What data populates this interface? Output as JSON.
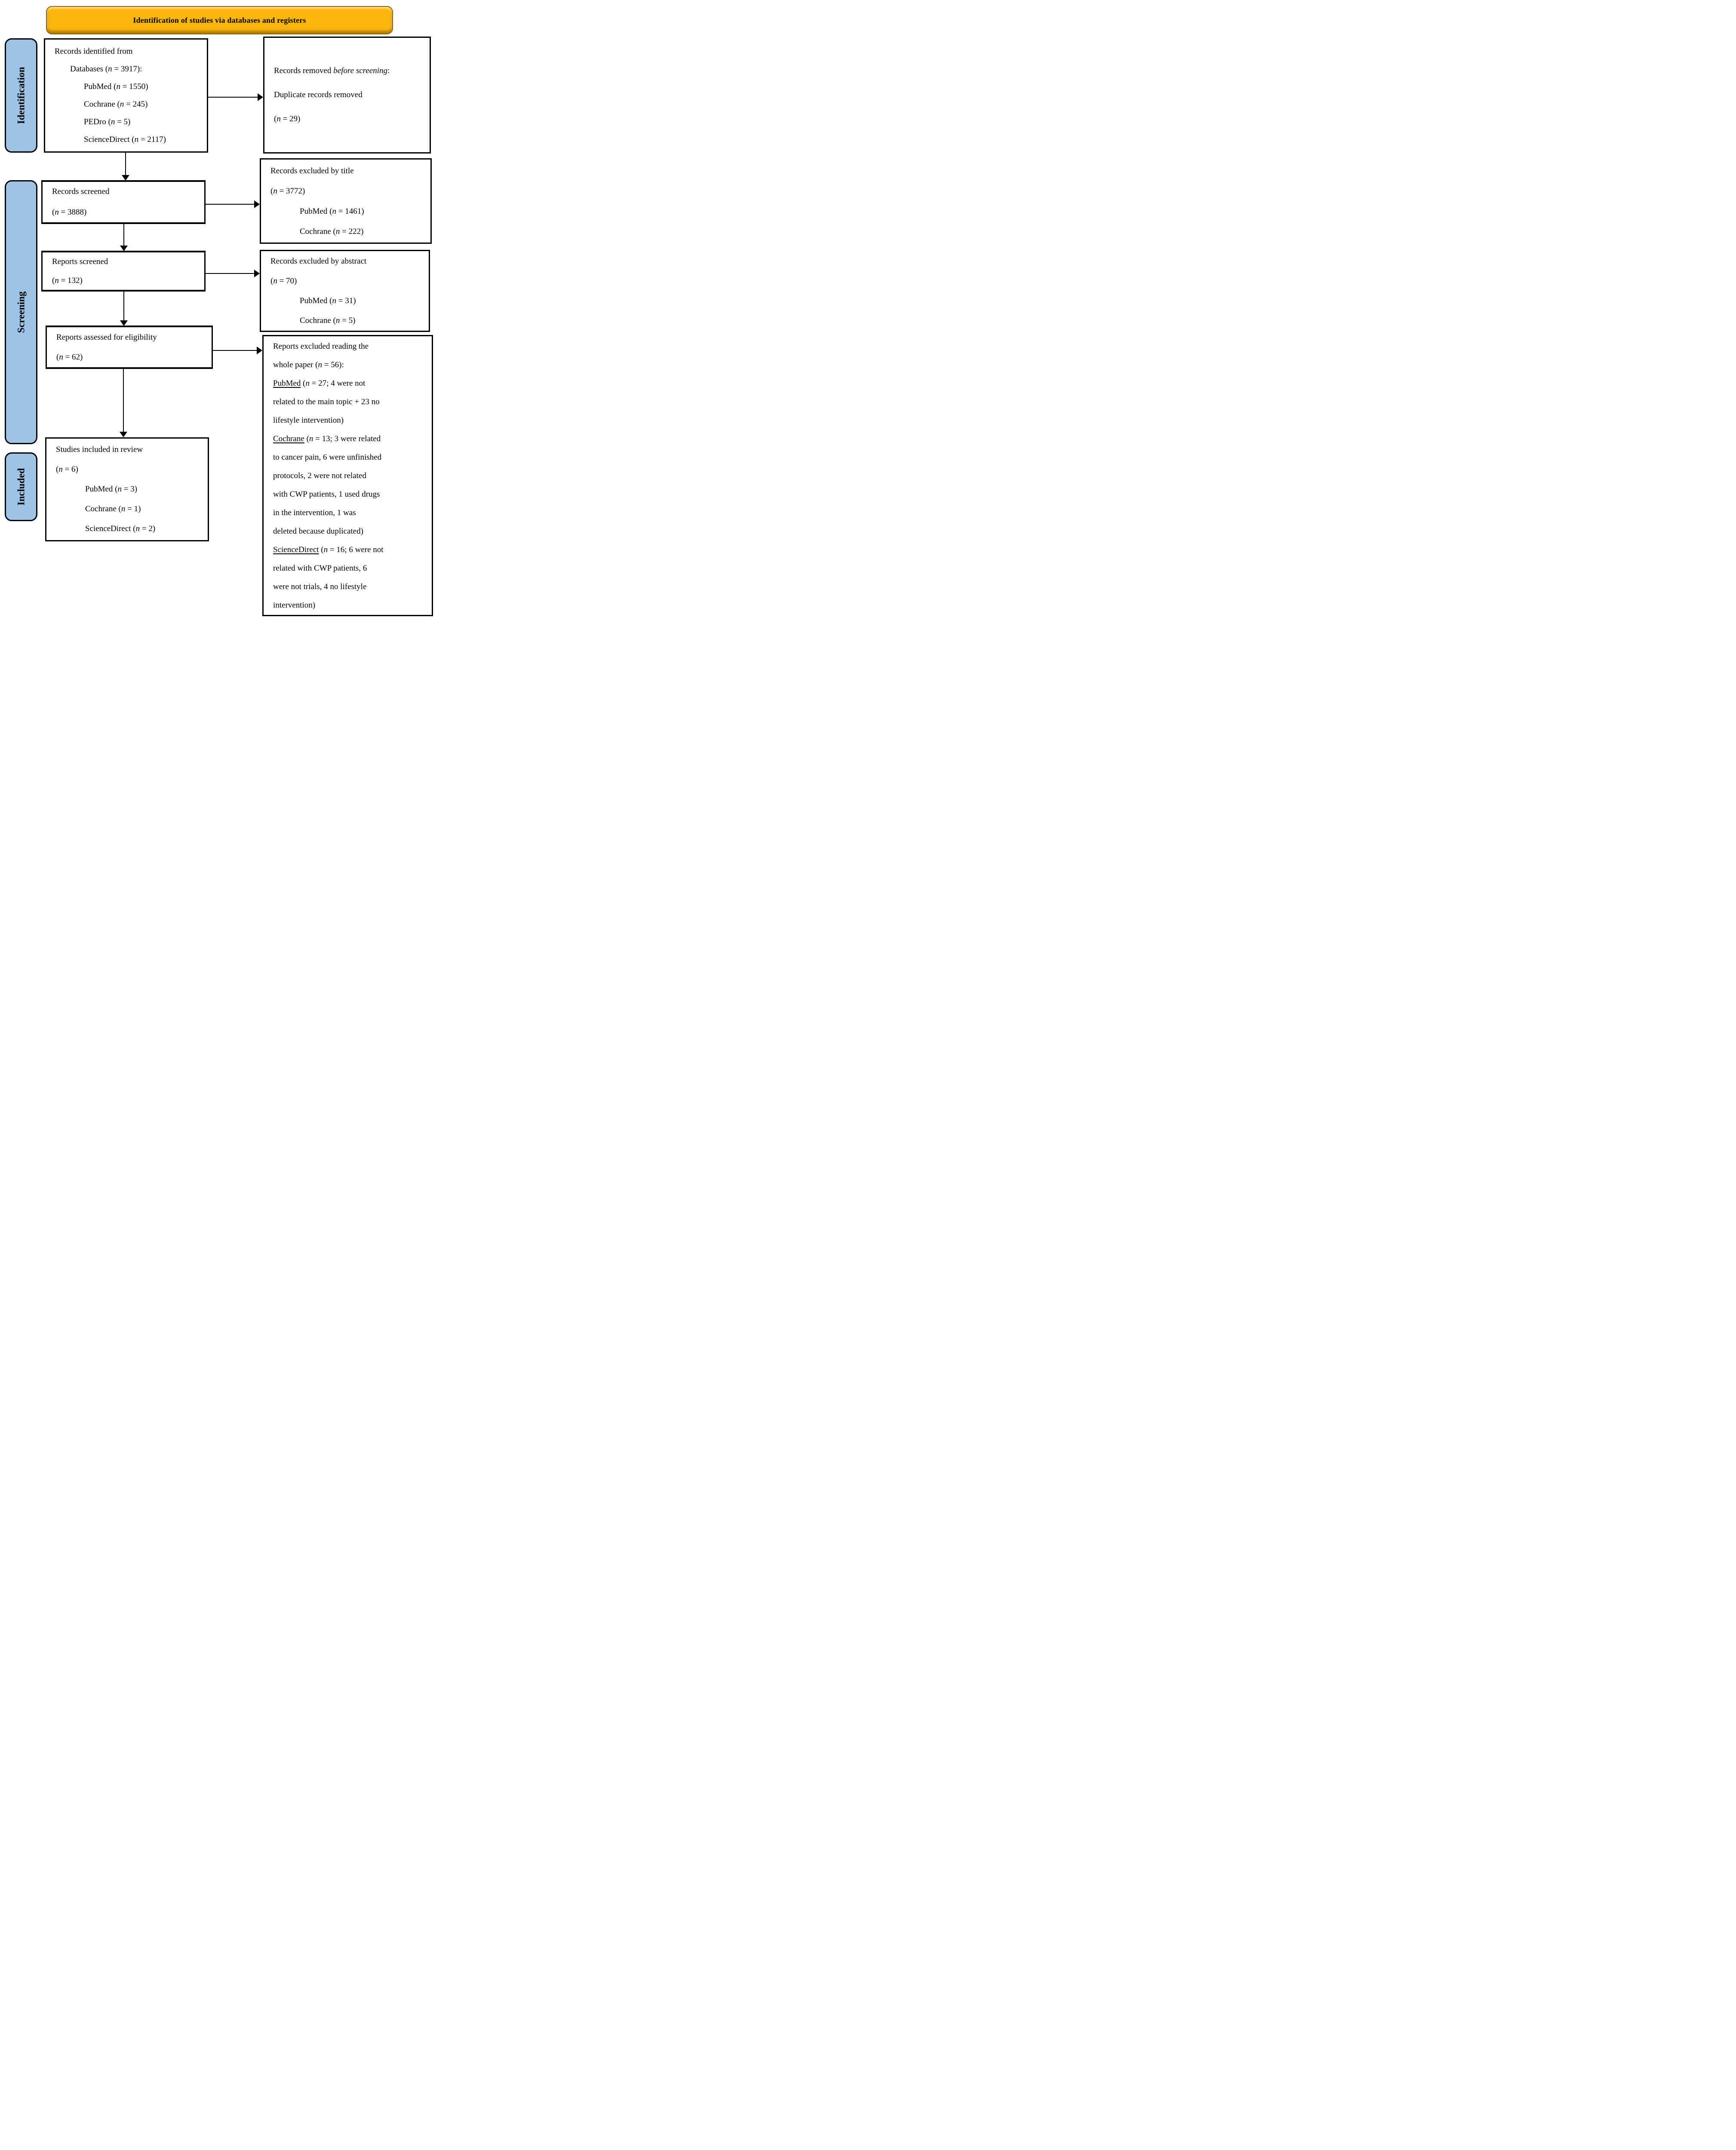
{
  "banner": {
    "title": "Identification of studies via databases and registers"
  },
  "colors": {
    "banner_bg": "#FBB60D",
    "sidebar_bg": "#9DC3E6",
    "box_border": "#000000",
    "line": "#000000"
  },
  "sidebar": {
    "items": [
      {
        "label": "Identification"
      },
      {
        "label": "Screening"
      },
      {
        "label": "Included"
      }
    ]
  },
  "flow": {
    "identified": {
      "lines": [
        {
          "t": "Records identified from",
          "ind": 0
        },
        {
          "t": "Databases (n = 3917):",
          "ind": 1
        },
        {
          "t": "PubMed (n = 1550)",
          "ind": 2
        },
        {
          "t": "Cochrane (n = 245)",
          "ind": 2
        },
        {
          "t": "PEDro (n = 5)",
          "ind": 2
        },
        {
          "t": "ScienceDirect (n = 2117)",
          "ind": 2
        }
      ]
    },
    "removed_before_screening": {
      "lines": [
        {
          "t": "Records removed before screening:",
          "ind": 0,
          "i": "before screening"
        },
        {
          "t": "Duplicate records removed",
          "ind": 0
        },
        {
          "t": "(n = 29)",
          "ind": 0
        }
      ]
    },
    "records_screened": {
      "lines": [
        {
          "t": "Records screened",
          "ind": 0
        },
        {
          "t": "(n = 3888)",
          "ind": 0
        }
      ]
    },
    "excluded_by_title": {
      "lines": [
        {
          "t": "Records excluded by title",
          "ind": 0
        },
        {
          "t": "(n = 3772)",
          "ind": 0
        },
        {
          "t": "PubMed (n = 1461)",
          "ind": 2
        },
        {
          "t": "Cochrane (n = 222)",
          "ind": 2
        }
      ]
    },
    "reports_screened": {
      "lines": [
        {
          "t": "Reports screened",
          "ind": 0
        },
        {
          "t": "(n = 132)",
          "ind": 0
        }
      ]
    },
    "excluded_by_abstract": {
      "lines": [
        {
          "t": "Records excluded by abstract",
          "ind": 0
        },
        {
          "t": "(n = 70)",
          "ind": 0
        },
        {
          "t": "PubMed (n = 31)",
          "ind": 2
        },
        {
          "t": "Cochrane (n = 5)",
          "ind": 2
        }
      ]
    },
    "reports_assessed": {
      "lines": [
        {
          "t": "Reports assessed for eligibility",
          "ind": 0
        },
        {
          "t": "(n = 62)",
          "ind": 0
        }
      ]
    },
    "excluded_full_paper": {
      "lines": [
        {
          "t": "Reports excluded reading the",
          "ind": 0
        },
        {
          "t": "whole paper (n = 56):",
          "ind": 0
        },
        {
          "t": "PubMed (n = 27; 4 were not",
          "ind": 0,
          "u": "PubMed"
        },
        {
          "t": "related to the main topic + 23 no",
          "ind": 0
        },
        {
          "t": "lifestyle intervention)",
          "ind": 0
        },
        {
          "t": "Cochrane (n = 13; 3 were related",
          "ind": 0,
          "u": "Cochrane"
        },
        {
          "t": "to cancer pain, 6 were unfinished",
          "ind": 0
        },
        {
          "t": "protocols, 2 were not related",
          "ind": 0
        },
        {
          "t": "with CWP patients, 1 used drugs",
          "ind": 0
        },
        {
          "t": "in the intervention, 1 was",
          "ind": 0
        },
        {
          "t": "deleted because duplicated)",
          "ind": 0
        },
        {
          "t": "ScienceDirect (n = 16; 6 were not",
          "ind": 0,
          "u": "ScienceDirect"
        },
        {
          "t": "related with CWP patients, 6",
          "ind": 0
        },
        {
          "t": "were not trials, 4 no lifestyle",
          "ind": 0
        },
        {
          "t": "intervention)",
          "ind": 0
        }
      ]
    },
    "included_in_review": {
      "lines": [
        {
          "t": "Studies included in review",
          "ind": 0
        },
        {
          "t": "(n = 6)",
          "ind": 0
        },
        {
          "t": "PubMed (n = 3)",
          "ind": 2
        },
        {
          "t": "Cochrane (n = 1)",
          "ind": 2
        },
        {
          "t": "ScienceDirect (n = 2)",
          "ind": 2
        }
      ]
    }
  }
}
